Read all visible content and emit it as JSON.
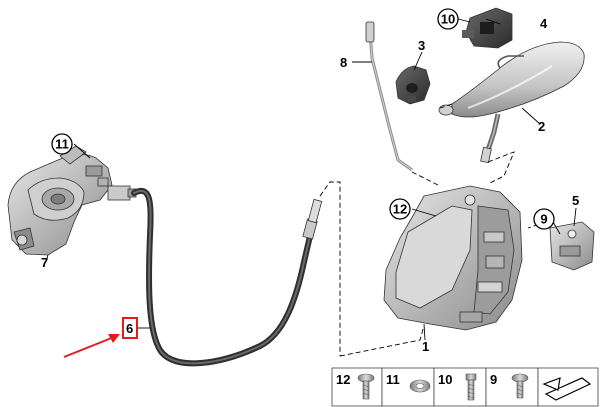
{
  "callouts": {
    "1": "1",
    "2": "2",
    "3": "3",
    "4": "4",
    "5": "5",
    "6": "6",
    "7": "7",
    "8": "8",
    "9": "9",
    "10": "10",
    "11": "11",
    "12": "12"
  },
  "highlight": {
    "part": "6",
    "color": "#e41b1b"
  },
  "legend": {
    "items": [
      {
        "label": "12",
        "icon": "screw-torx-icon"
      },
      {
        "label": "11",
        "icon": "washer-icon"
      },
      {
        "label": "10",
        "icon": "bolt-icon"
      },
      {
        "label": "9",
        "icon": "pan-screw-icon"
      },
      {
        "label": "",
        "icon": "orientation-arrow-icon"
      }
    ]
  }
}
